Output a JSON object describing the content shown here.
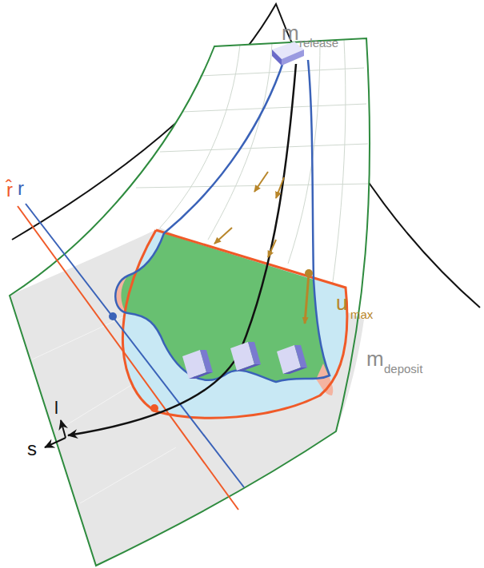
{
  "diagram": {
    "labels": [
      "m",
      "release",
      "r̂",
      "r",
      "u",
      "max",
      "m",
      "deposit",
      "l",
      "s"
    ]
  }
}
